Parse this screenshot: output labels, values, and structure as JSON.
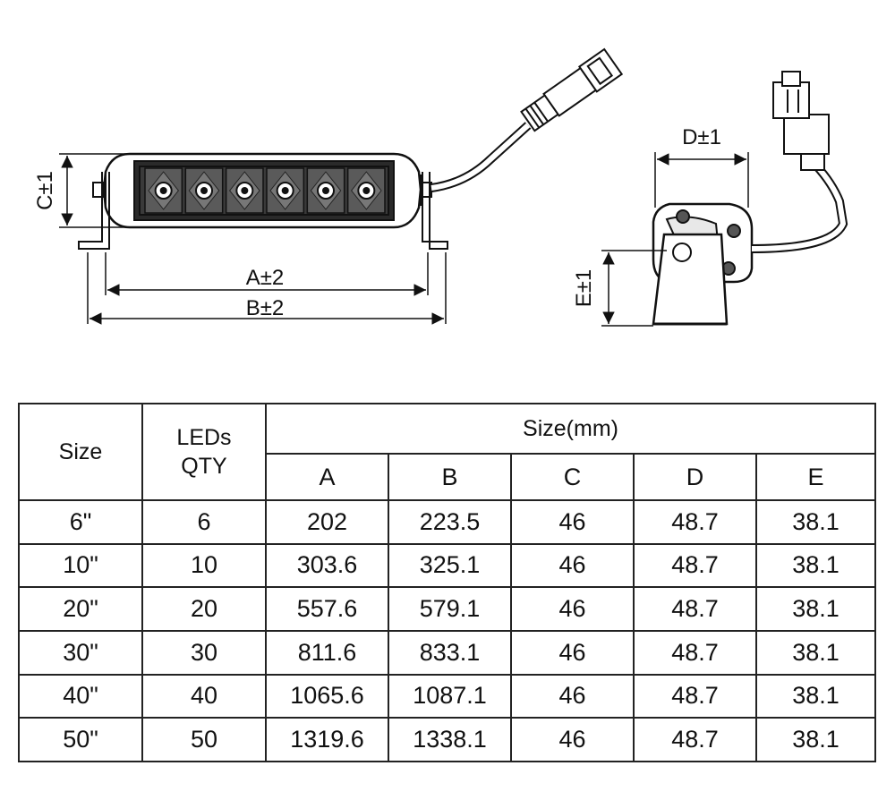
{
  "drawing": {
    "front_view": {
      "dim_c": "C±1",
      "dim_a": "A±2",
      "dim_b": "B±2",
      "led_count": 6
    },
    "side_view": {
      "dim_d": "D±1",
      "dim_e": "E±1"
    }
  },
  "table": {
    "col_size": "Size",
    "col_leds_line1": "LEDs",
    "col_leds_line2": "QTY",
    "group_header": "Size(mm)",
    "sub_headers": [
      "A",
      "B",
      "C",
      "D",
      "E"
    ],
    "rows": [
      {
        "size": "6\"",
        "leds": "6",
        "a": "202",
        "b": "223.5",
        "c": "46",
        "d": "48.7",
        "e": "38.1"
      },
      {
        "size": "10\"",
        "leds": "10",
        "a": "303.6",
        "b": "325.1",
        "c": "46",
        "d": "48.7",
        "e": "38.1"
      },
      {
        "size": "20\"",
        "leds": "20",
        "a": "557.6",
        "b": "579.1",
        "c": "46",
        "d": "48.7",
        "e": "38.1"
      },
      {
        "size": "30\"",
        "leds": "30",
        "a": "811.6",
        "b": "833.1",
        "c": "46",
        "d": "48.7",
        "e": "38.1"
      },
      {
        "size": "40\"",
        "leds": "40",
        "a": "1065.6",
        "b": "1087.1",
        "c": "46",
        "d": "48.7",
        "e": "38.1"
      },
      {
        "size": "50\"",
        "leds": "50",
        "a": "1319.6",
        "b": "1338.1",
        "c": "46",
        "d": "48.7",
        "e": "38.1"
      }
    ]
  }
}
